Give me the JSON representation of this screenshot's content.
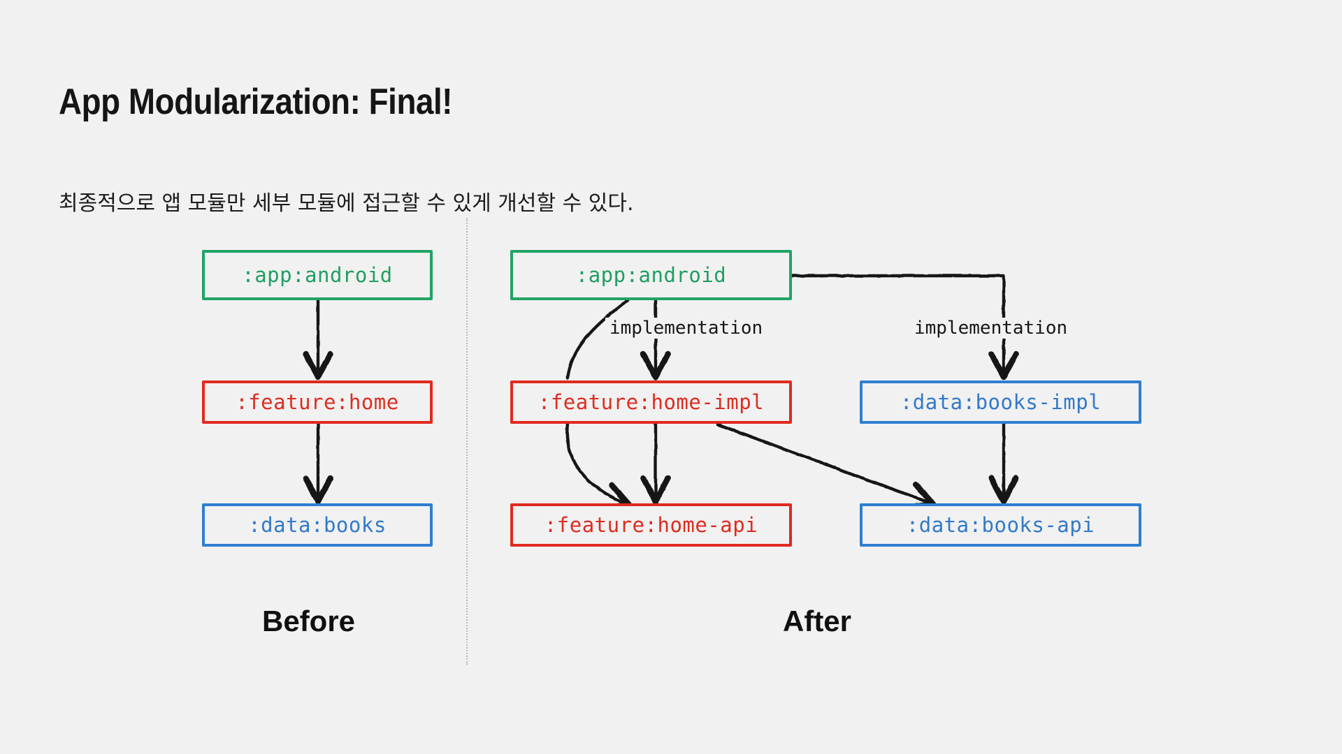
{
  "slide": {
    "title": "App Modularization: Final!",
    "subtitle": "최종적으로 앱 모듈만 세부 모듈에 접근할 수 있게 개선할 수 있다."
  },
  "colors": {
    "background": "#f1f1f1",
    "green": "#21a366",
    "red": "#e02a1f",
    "blue": "#2f7fd1",
    "arrow": "#161616",
    "divider": "#b9b9b9",
    "text": "#151515"
  },
  "before": {
    "caption": "Before",
    "nodes": [
      {
        "id": "before-app-android",
        "label": ":app:android",
        "color": "green"
      },
      {
        "id": "before-feature-home",
        "label": ":feature:home",
        "color": "red"
      },
      {
        "id": "before-data-books",
        "label": ":data:books",
        "color": "blue"
      }
    ],
    "edges": [
      {
        "from": "before-app-android",
        "to": "before-feature-home",
        "label": "",
        "style": "straight"
      },
      {
        "from": "before-feature-home",
        "to": "before-data-books",
        "label": "",
        "style": "straight"
      }
    ]
  },
  "after": {
    "caption": "After",
    "nodes": [
      {
        "id": "after-app-android",
        "label": ":app:android",
        "color": "green"
      },
      {
        "id": "after-feature-home-impl",
        "label": ":feature:home-impl",
        "color": "red"
      },
      {
        "id": "after-data-books-impl",
        "label": ":data:books-impl",
        "color": "blue"
      },
      {
        "id": "after-feature-home-api",
        "label": ":feature:home-api",
        "color": "red"
      },
      {
        "id": "after-data-books-api",
        "label": ":data:books-api",
        "color": "blue"
      }
    ],
    "edge_labels": {
      "impl_left": "implementation",
      "impl_right": "implementation"
    },
    "edges": [
      {
        "from": "after-app-android",
        "to": "after-feature-home-impl",
        "label": "implementation",
        "style": "straight"
      },
      {
        "from": "after-app-android",
        "to": "after-feature-home-api",
        "label": "",
        "style": "curve"
      },
      {
        "from": "after-app-android",
        "to": "after-data-books-impl",
        "label": "implementation",
        "style": "elbow"
      },
      {
        "from": "after-feature-home-impl",
        "to": "after-feature-home-api",
        "label": "",
        "style": "straight"
      },
      {
        "from": "after-feature-home-impl",
        "to": "after-data-books-api",
        "label": "",
        "style": "diagonal"
      },
      {
        "from": "after-data-books-impl",
        "to": "after-data-books-api",
        "label": "",
        "style": "straight"
      }
    ]
  }
}
